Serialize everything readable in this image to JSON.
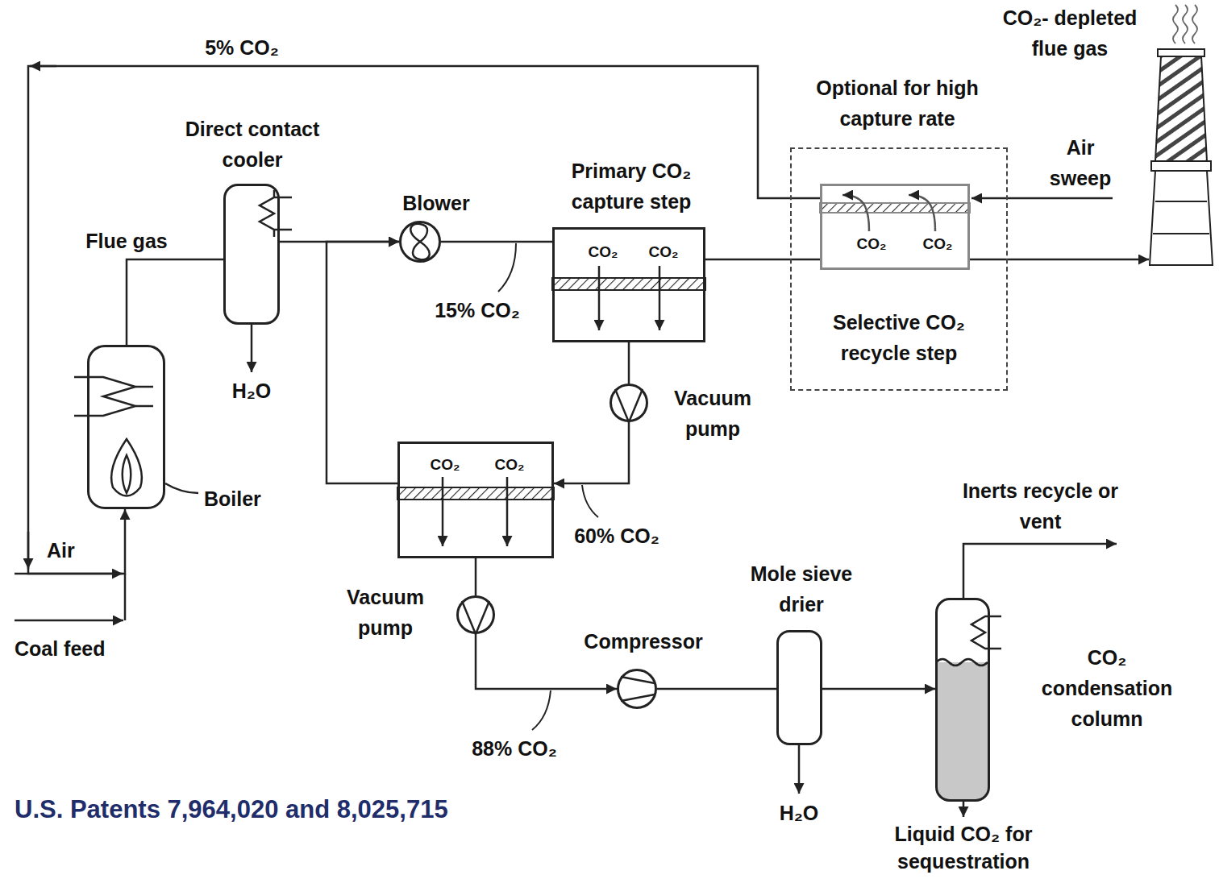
{
  "diagram": {
    "nodes": [
      {
        "text": [
          "Boiler"
        ]
      },
      {
        "text": [
          "Direct contact cooler"
        ]
      },
      {
        "text": [
          "Blower"
        ]
      },
      {
        "text": [
          "Primary CO₂ capture step",
          "CO₂",
          "CO₂"
        ]
      },
      {
        "text": [
          "Vacuum pump"
        ]
      },
      {
        "text": [
          "CO₂",
          "CO₂"
        ]
      },
      {
        "text": [
          "Vacuum pump"
        ]
      },
      {
        "text": [
          "Compressor"
        ]
      },
      {
        "text": [
          "Mole sieve drier"
        ]
      },
      {
        "text": [
          "CO₂ condensation column"
        ]
      },
      {
        "text": [
          "Optional for high capture rate",
          "Selective CO₂ recycle step"
        ]
      },
      {
        "text": [
          "CO₂",
          "CO₂"
        ],
        "in": 10
      },
      {
        "text": [
          "CO₂- depleted flue gas"
        ]
      }
    ],
    "edges": [
      {
        "from": 0,
        "to": 1,
        "arrow": "none",
        "label": "Flue gas"
      },
      {
        "from": 1,
        "to": 2,
        "arrow": "to"
      },
      {
        "from": 2,
        "to": 3,
        "arrow": "none",
        "label": "15% CO₂"
      },
      {
        "from": 3,
        "to": 11,
        "arrow": "none"
      },
      {
        "from": 11,
        "to": 12,
        "arrow": "to"
      },
      {
        "from": 11,
        "to": 0,
        "arrow": "to",
        "label": "5% CO₂"
      },
      {
        "from": 3,
        "to": 4,
        "arrow": "none"
      },
      {
        "from": 4,
        "to": 5,
        "arrow": "to",
        "label": "60% CO₂"
      },
      {
        "from": 5,
        "to": 2,
        "arrow": "to"
      },
      {
        "from": 5,
        "to": 6,
        "arrow": "none"
      },
      {
        "from": 6,
        "to": 7,
        "arrow": "to",
        "label": "88% CO₂"
      },
      {
        "from": 7,
        "to": 8,
        "arrow": "none"
      },
      {
        "from": 8,
        "to": 9,
        "arrow": "to"
      }
    ],
    "labels": [
      "H₂O",
      "Air",
      "Coal feed",
      "Air sweep",
      "H₂O",
      "Inerts recycle or vent",
      "Liquid CO₂ for sequestration",
      "U.S. Patents 7,964,020 and 8,025,715"
    ]
  }
}
